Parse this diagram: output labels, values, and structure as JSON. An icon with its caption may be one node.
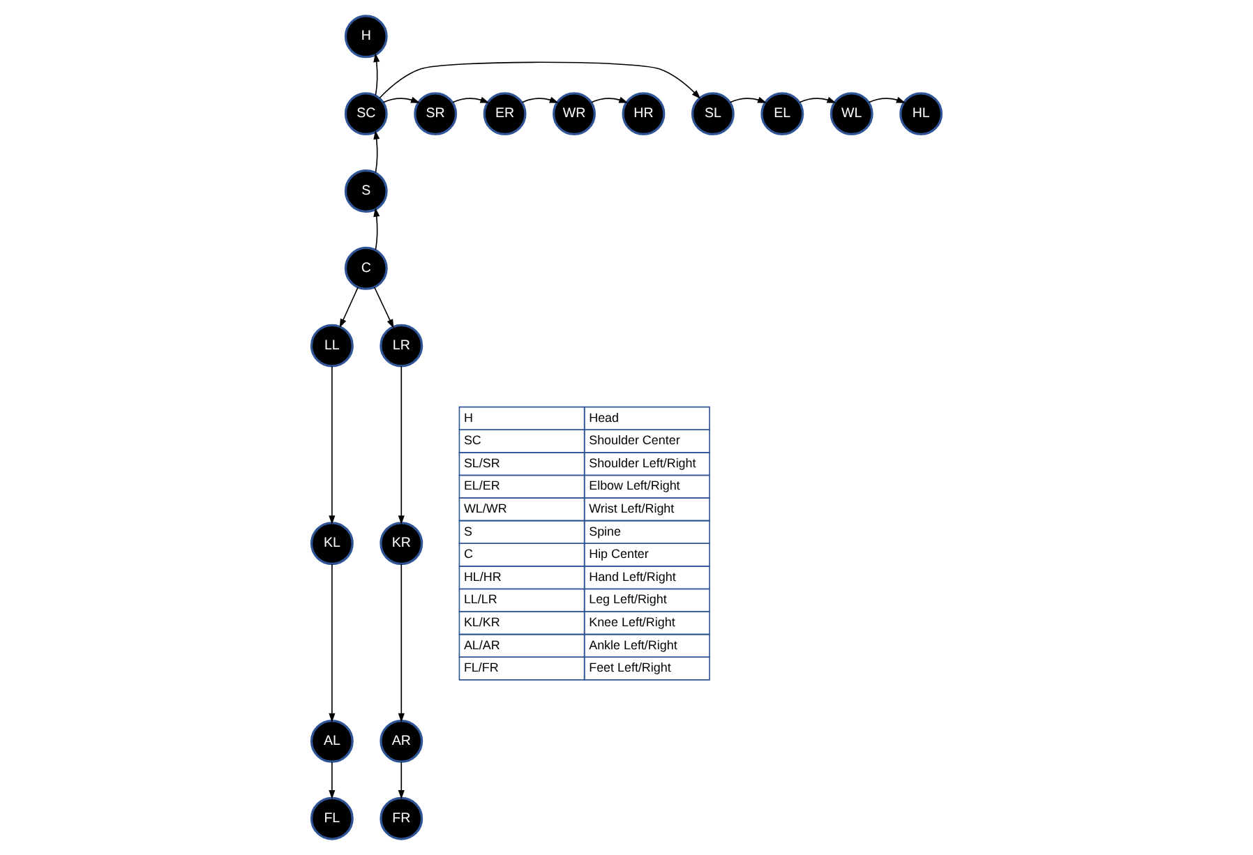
{
  "diagram": {
    "nodes": [
      {
        "text": [
          "H"
        ]
      },
      {
        "text": [
          "HL"
        ]
      },
      {
        "text": [
          "WL"
        ]
      },
      {
        "text": [
          "EL"
        ]
      },
      {
        "text": [
          "SL"
        ]
      },
      {
        "text": [
          "SC"
        ]
      },
      {
        "text": [
          "SR"
        ]
      },
      {
        "text": [
          "ER"
        ]
      },
      {
        "text": [
          "WR"
        ]
      },
      {
        "text": [
          "HR"
        ]
      },
      {
        "text": [
          "S"
        ]
      },
      {
        "text": [
          "C"
        ]
      },
      {
        "text": [
          "LL"
        ]
      },
      {
        "text": [
          "LR"
        ]
      },
      {
        "text": [
          "KL"
        ]
      },
      {
        "text": [
          "KR"
        ]
      },
      {
        "text": [
          "AL"
        ]
      },
      {
        "text": [
          "AR"
        ]
      },
      {
        "text": [
          "FL"
        ]
      },
      {
        "text": [
          "FR"
        ]
      }
    ],
    "edges": [
      {
        "from": 11,
        "to": 10,
        "arrow": "to"
      },
      {
        "from": 10,
        "to": 5,
        "arrow": "to"
      },
      {
        "from": 5,
        "to": 0,
        "arrow": "to"
      },
      {
        "from": 5,
        "to": 4,
        "arrow": "to"
      },
      {
        "from": 4,
        "to": 3,
        "arrow": "to"
      },
      {
        "from": 3,
        "to": 2,
        "arrow": "to"
      },
      {
        "from": 2,
        "to": 1,
        "arrow": "to"
      },
      {
        "from": 5,
        "to": 6,
        "arrow": "to"
      },
      {
        "from": 6,
        "to": 7,
        "arrow": "to"
      },
      {
        "from": 7,
        "to": 8,
        "arrow": "to"
      },
      {
        "from": 8,
        "to": 9,
        "arrow": "to"
      },
      {
        "from": 11,
        "to": 12,
        "arrow": "to"
      },
      {
        "from": 11,
        "to": 13,
        "arrow": "to"
      },
      {
        "from": 12,
        "to": 14,
        "arrow": "to"
      },
      {
        "from": 14,
        "to": 16,
        "arrow": "to"
      },
      {
        "from": 16,
        "to": 18,
        "arrow": "to"
      },
      {
        "from": 13,
        "to": 15,
        "arrow": "to"
      },
      {
        "from": 15,
        "to": 17,
        "arrow": "to"
      },
      {
        "from": 17,
        "to": 19,
        "arrow": "to"
      }
    ],
    "labels": [
      "H",
      "Head",
      "SC",
      "Shoulder Center",
      "SL/SR",
      "Shoulder Left/Right",
      "EL/ER",
      "Elbow Left/Right",
      "WL/WR",
      "Wrist Left/Right",
      "S",
      "Spine",
      "C",
      "Hip Center",
      "HL/HR",
      "Hand Left/Right",
      "LL/LR",
      "Leg Left/Right",
      "KL/KR",
      "Knee Left/Right",
      "AL/AR",
      "Ankle Left/Right",
      "FL/FR",
      "Feet Left/Right"
    ]
  }
}
